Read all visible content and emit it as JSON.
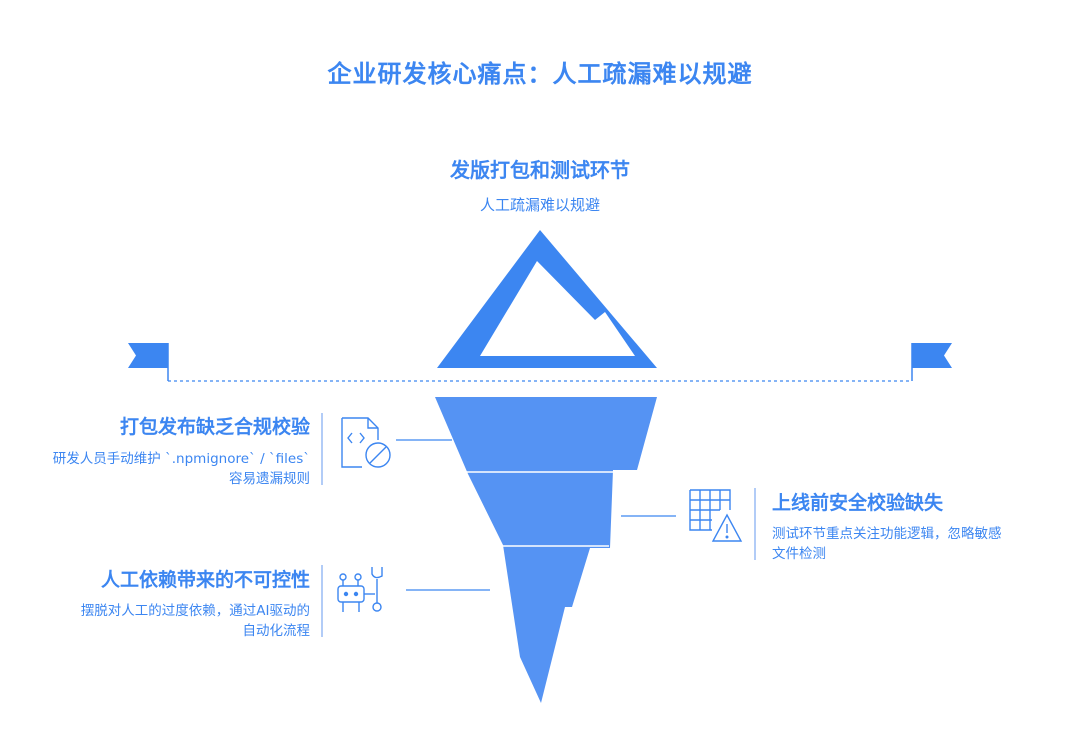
{
  "title": "企业研发核心痛点：人工疏漏难以规避",
  "top": {
    "heading": "发版打包和测试环节",
    "sub": "人工疏漏难以规避"
  },
  "items": [
    {
      "heading": "打包发布缺乏合规校验",
      "desc_lines": [
        "研发人员手动维护 `.npmignore` / `files`",
        "容易遗漏规则"
      ],
      "icon": "code-file-blocked-icon"
    },
    {
      "heading": "上线前安全校验缺失",
      "desc_lines": [
        "测试环节重点关注功能逻辑，忽略敏感",
        "文件检测"
      ],
      "icon": "grid-warning-icon"
    },
    {
      "heading": "人工依赖带来的不可控性",
      "desc_lines": [
        "摆脱对人工的过度依赖，通过AI驱动的",
        "自动化流程"
      ],
      "icon": "robot-wrench-icon"
    }
  ],
  "colors": {
    "accent": "#3c86f1",
    "iceberg_below": "#5593f3",
    "line": "#9ec0f5"
  }
}
